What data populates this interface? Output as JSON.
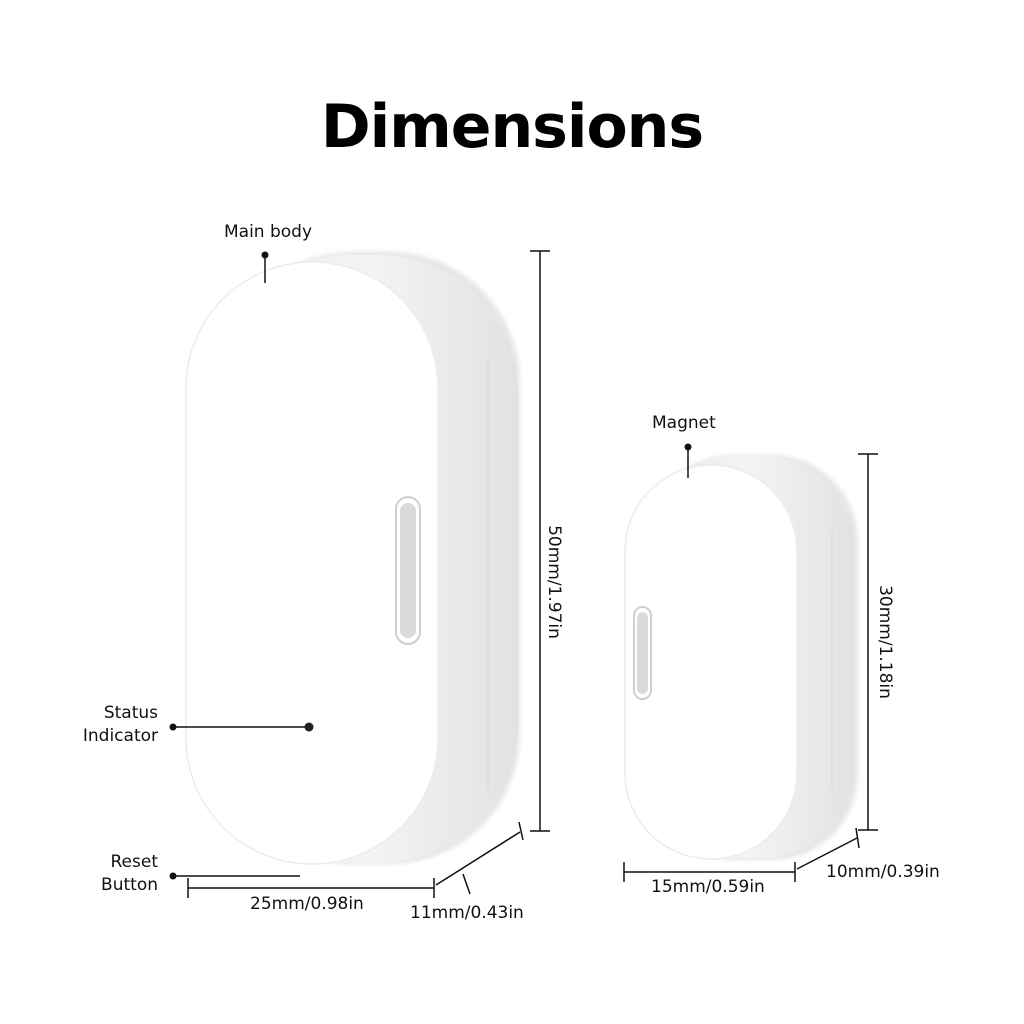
{
  "title": "Dimensions",
  "labels": {
    "main_body": "Main body",
    "magnet": "Magnet",
    "status_indicator_line1": "Status",
    "status_indicator_line2": "Indicator",
    "reset_button_line1": "Reset",
    "reset_button_line2": "Button"
  },
  "main_body_dims": {
    "height": "50mm/1.97in",
    "width": "25mm/0.98in",
    "depth": "11mm/0.43in"
  },
  "magnet_dims": {
    "height": "30mm/1.18in",
    "width": "15mm/0.59in",
    "depth": "10mm/0.39in"
  },
  "colors": {
    "device_face": "#ffffff",
    "device_side": "#eeeeee",
    "device_edge": "#d9d9d9",
    "slot": "#d2d2d2",
    "line": "#111111"
  }
}
